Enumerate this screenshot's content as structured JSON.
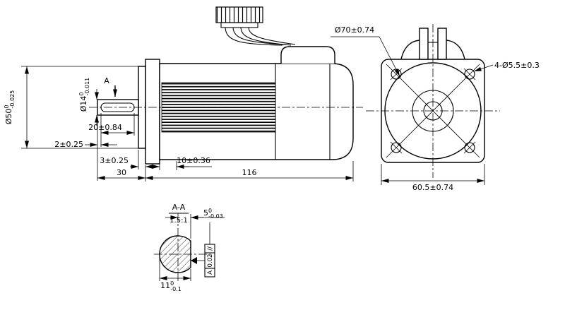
{
  "colors": {
    "line": "#000000",
    "background": "#ffffff"
  },
  "side": {
    "a_label": "A",
    "dia50": {
      "main": "Ø50",
      "sup": "0",
      "sub": "-0.025"
    },
    "dia14": {
      "main": "Ø14",
      "sup": "0",
      "sub": "-0.011"
    },
    "d20": "20±0.84",
    "d2": "2±0.25",
    "d3": "3±0.25",
    "d30": "30",
    "d10": "10±0.36",
    "d116": "116"
  },
  "front": {
    "dia70": "Ø70±0.74",
    "holes": "4-Ø5.5±0.3",
    "d605": "60.5±0.74"
  },
  "section": {
    "title": "A-A",
    "scale": "1.5:1",
    "d5": {
      "main": "5",
      "sup": "0",
      "sub": "-0.03"
    },
    "d11": {
      "main": "11",
      "sup": "0",
      "sub": "-0.1"
    },
    "fcf": {
      "symbol": "//",
      "value": "0.02",
      "datum": "A"
    }
  }
}
